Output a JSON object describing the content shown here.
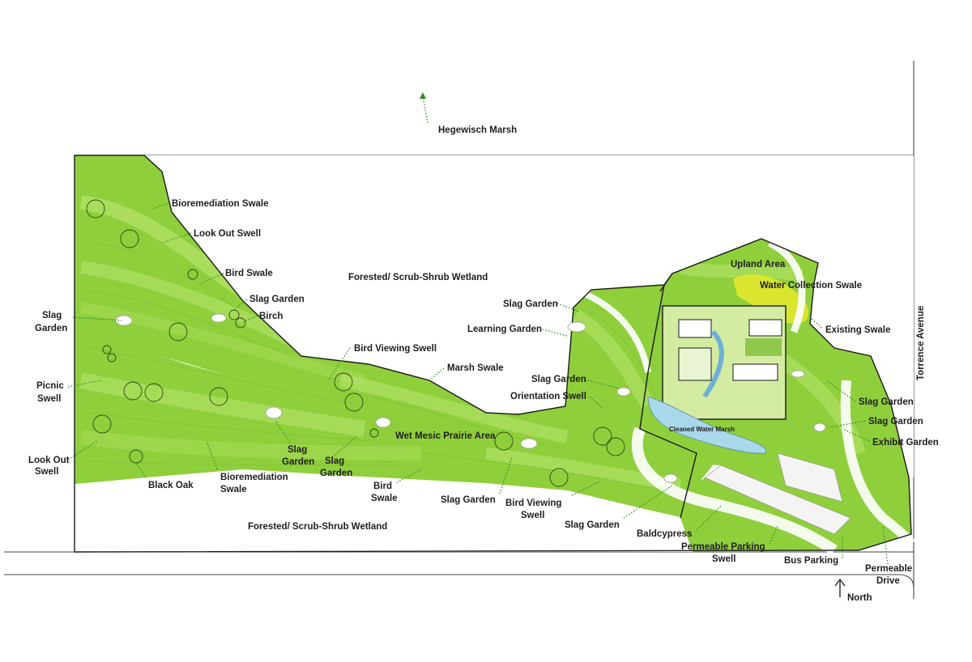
{
  "colors": {
    "site_green": "#8fcf3c",
    "light_green": "#b6e26a",
    "dark_green": "#6db02a",
    "water_blue": "#a8d8ea",
    "upland_yellow": "#e6ea2a",
    "outline": "#1a1a1a",
    "leader_green": "#2f8a2a"
  },
  "labels": {
    "hegewisch_marsh": "Hegewisch Marsh",
    "bioremediation_swale_top": "Bioremediation Swale",
    "look_out_swell_top": "Look Out Swell",
    "bird_swale_top": "Bird Swale",
    "slag_garden_top": "Slag Garden",
    "birch": "Birch",
    "forested_wetland_top": "Forested/ Scrub-Shrub Wetland",
    "slag_garden_left_1": "Slag",
    "slag_garden_left_2": "Garden",
    "picnic_swell_1": "Picnic",
    "picnic_swell_2": "Swell",
    "look_out_swell_left_1": "Look Out",
    "look_out_swell_left_2": "Swell",
    "black_oak": "Black Oak",
    "bioremediation_swale_bottom_1": "Bioremediation",
    "bioremediation_swale_bottom_2": "Swale",
    "slag_garden_mid1_1": "Slag",
    "slag_garden_mid1_2": "Garden",
    "slag_garden_mid2_1": "Slag",
    "slag_garden_mid2_2": "Garden",
    "bird_viewing_swell_top": "Bird Viewing Swell",
    "marsh_swale": "Marsh Swale",
    "wet_mesic_prairie": "Wet Mesic Prairie Area",
    "bird_swale_bottom_1": "Bird",
    "bird_swale_bottom_2": "Swale",
    "slag_garden_bottom": "Slag Garden",
    "bird_viewing_swell_bottom_1": "Bird Viewing",
    "bird_viewing_swell_bottom_2": "Swell",
    "forested_wetland_bottom": "Forested/ Scrub-Shrub Wetland",
    "slag_garden_bottom_right": "Slag Garden",
    "slag_garden_learning_top": "Slag Garden",
    "learning_garden": "Learning Garden",
    "slag_garden_orientation": "Slag Garden",
    "orientation_swell": "Orientation Swell",
    "upland_area": "Upland Area",
    "water_collection_swale": "Water Collection Swale",
    "existing_swale": "Existing Swale",
    "torrence_avenue": "Torrence Avenue",
    "slag_garden_right_1": "Slag Garden",
    "slag_garden_right_2": "Slag Garden",
    "exhibit_garden": "Exhibit Garden",
    "cleaned_water_marsh": "Cleaned Water Marsh",
    "baldcypress": "Baldcypress",
    "permeable_parking_swell_1": "Permeable Parking",
    "permeable_parking_swell_2": "Swell",
    "bus_parking": "Bus Parking",
    "permeable_drive_1": "Permeable",
    "permeable_drive_2": "Drive",
    "north": "North"
  }
}
